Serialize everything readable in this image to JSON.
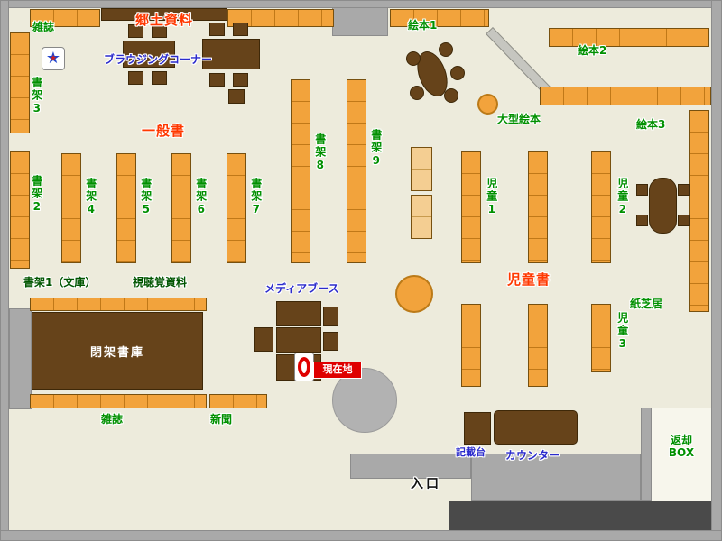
{
  "colors": {
    "background": "#EDEBDC",
    "wall_gray": "#A9A9A9",
    "shelf_orange": "#F2A33C",
    "shelf_light": "#F4CE92",
    "furniture_brown": "#66431A",
    "label_green": "#009000",
    "label_dark_green": "#005500",
    "label_red": "#FF3800",
    "label_blue": "#2B2BCC",
    "current_location_red": "#DF0000",
    "outside_dark": "#4A4A4A"
  },
  "labels": {
    "magazines_top": "雑誌",
    "local_materials": "郷土資料",
    "browsing_corner": "ブラウジングコーナー",
    "shelf3": "書架3",
    "shelf2": "書架2",
    "general_books": "一般書",
    "shelf4": "書架4",
    "shelf5": "書架5",
    "shelf6": "書架6",
    "shelf7": "書架7",
    "shelf8": "書架8",
    "shelf9": "書架9",
    "picture_books1": "絵本1",
    "picture_books2": "絵本2",
    "picture_books3": "絵本3",
    "large_picture_books": "大型絵本",
    "children1": "児童1",
    "children2": "児童2",
    "children3": "児童3",
    "children_books": "児童書",
    "kamishibai": "紙芝居",
    "shelf1_bunko": "書架1（文庫）",
    "audio_visual": "視聴覚資料",
    "media_booth": "メディアブース",
    "current_location": "現在地",
    "closed_stacks": "閉架書庫",
    "magazines_bottom": "雑誌",
    "newspapers": "新聞",
    "writing_stand": "記載台",
    "counter": "カウンター",
    "return_box_line1": "返却",
    "return_box_line2": "BOX",
    "entrance": "入口"
  },
  "icons": {
    "star": "★"
  }
}
